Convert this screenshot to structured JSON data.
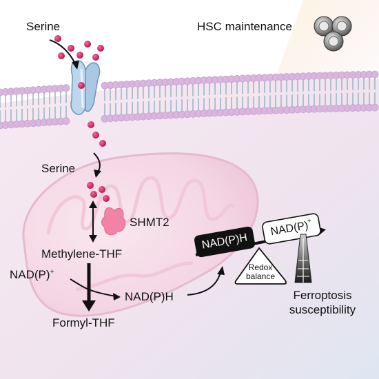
{
  "labels": {
    "serine_top": "Serine",
    "hsc": "HSC maintenance",
    "serine_mito": "Serine",
    "shmt2": "SHMT2",
    "methylene_thf": "Methylene-THF",
    "nadp_plus_left": "NAD(P)",
    "nadp_plus_sup": "+",
    "nadph_mid": "NAD(P)H",
    "formyl_thf": "Formyl-THF",
    "nadph_balance": "NAD(P)H",
    "nadp_balance": "NAD(P)",
    "nadp_balance_sup": "+",
    "redox_line1": "Redox",
    "redox_line2": "balance",
    "ferro_line1": "Ferroptosis",
    "ferro_line2": "susceptibility"
  },
  "colors": {
    "serine": "#c8185a",
    "membrane_head": "#d9b6dd",
    "membrane_tail": "#9db7c7",
    "transporter": "#a9c8e4",
    "shmt2": "#f07fa3",
    "mito_fill": "#f7d7e4",
    "background_pink": "#f4dcea",
    "background_blue": "#dfe6f1",
    "arrow": "#111111"
  }
}
